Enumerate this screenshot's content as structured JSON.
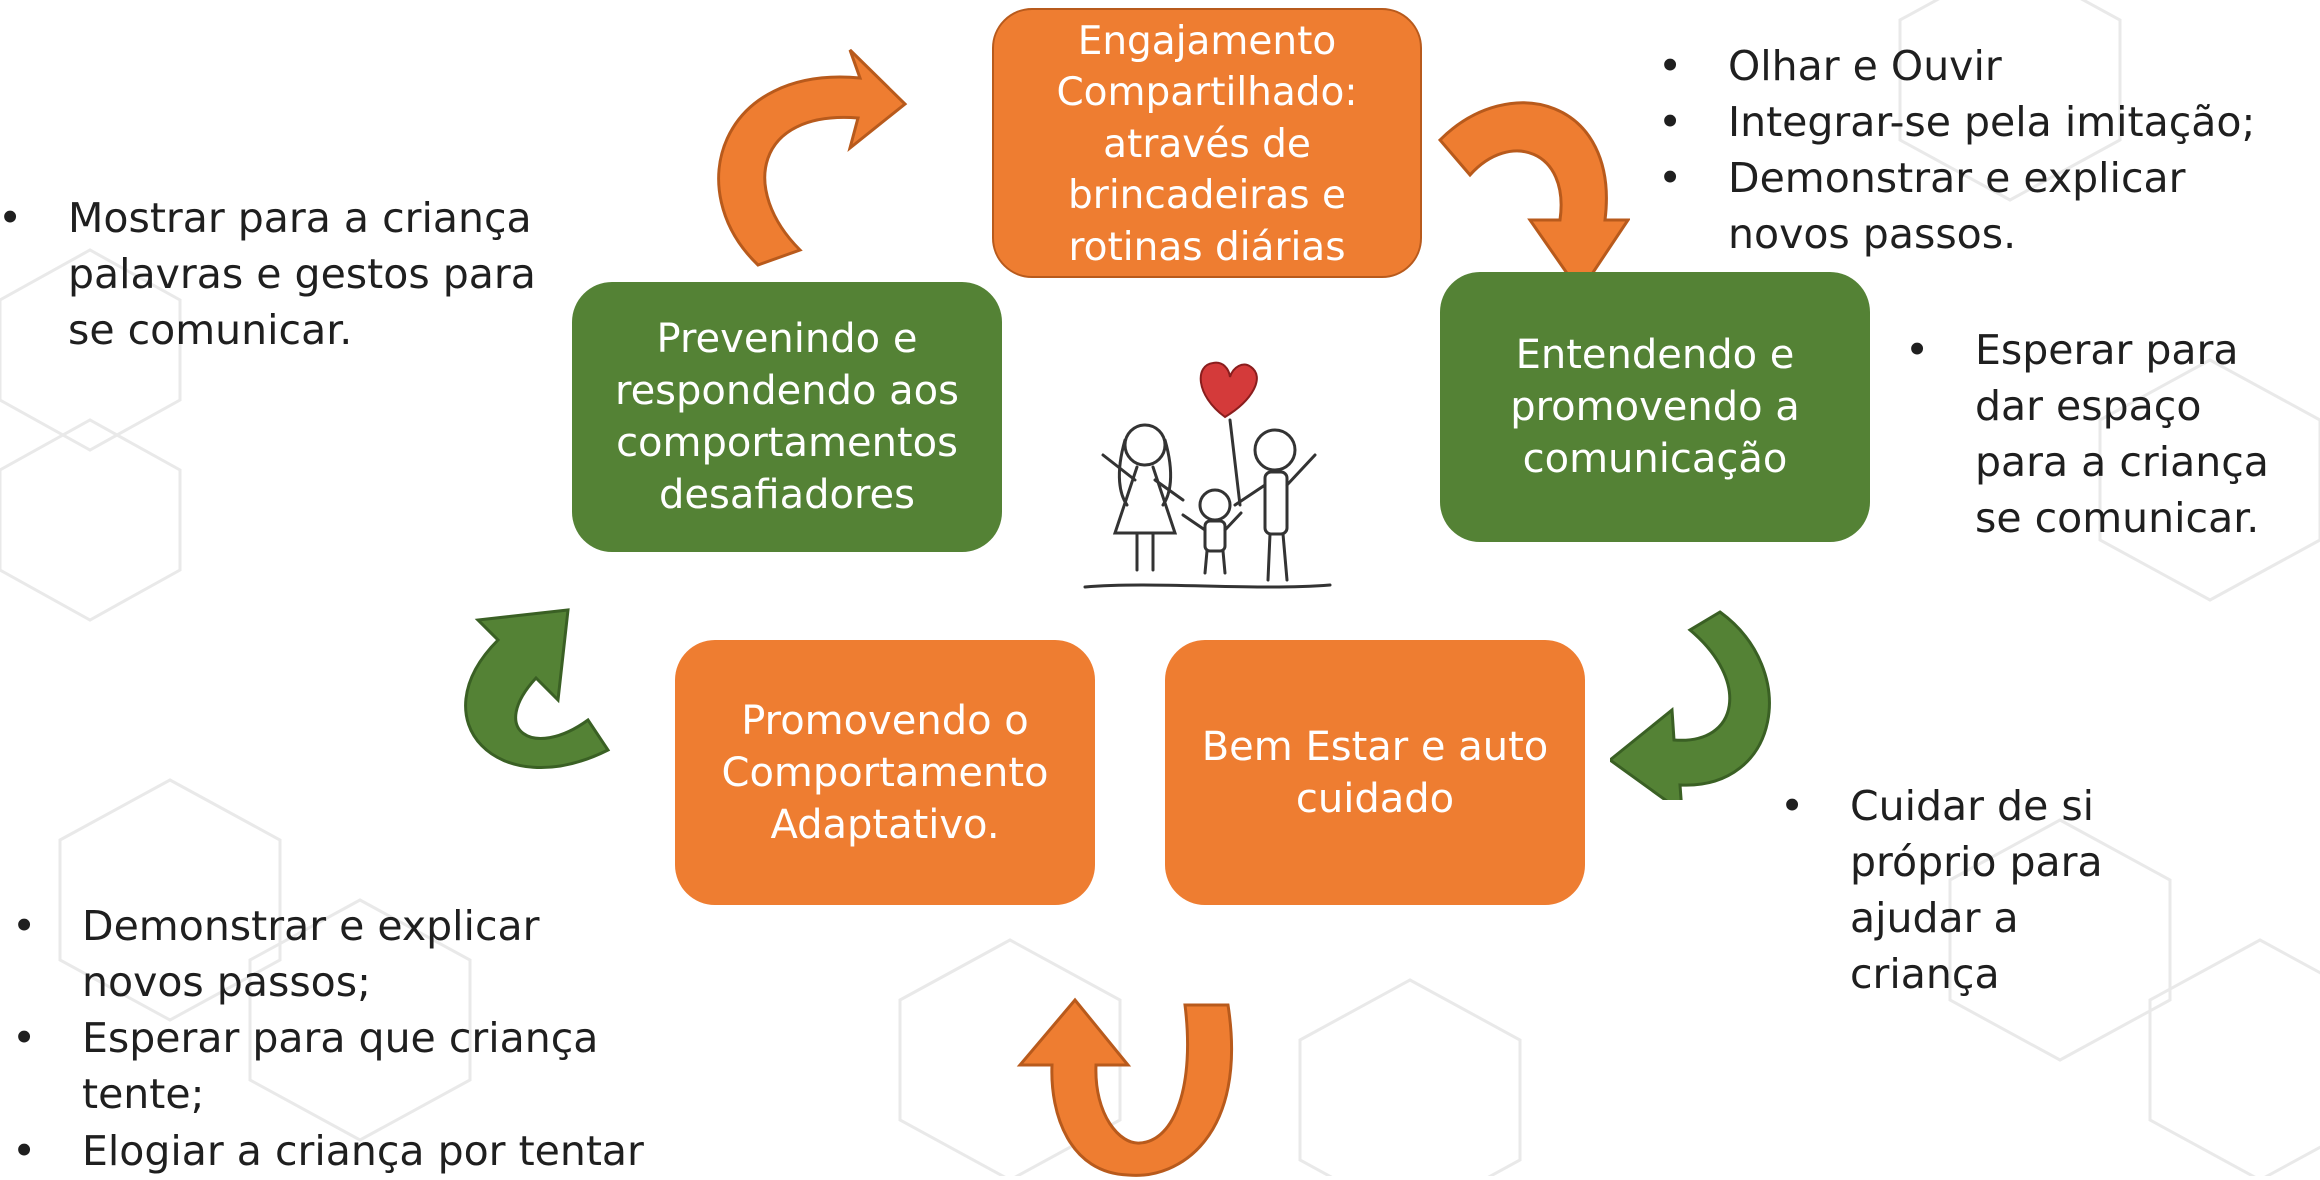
{
  "center": {
    "top": "Engajamento\nCompartilhado:\natravés de\nbrincadeiras e\nrotinas diárias",
    "right": "Entendendo e\npromovendo a\ncomunicação",
    "bottom_right": "Bem Estar e auto\ncuidado",
    "bottom_left": "Promovendo o\nComportamento\nAdaptativo.",
    "left": "Prevenindo e\nrespondendo aos\ncomportamentos\ndesafiadores"
  },
  "notes": {
    "top_right": [
      "Olhar e Ouvir",
      "Integrar-se pela imitação;",
      "Demonstrar e explicar novos passos."
    ],
    "right": [
      "Esperar para dar espaço para a criança se comunicar."
    ],
    "bottom_right": [
      "Cuidar de si próprio para ajudar a criança"
    ],
    "bottom_left": [
      "Demonstrar e explicar novos passos;",
      "Esperar para que criança tente;",
      "Elogiar a criança por tentar"
    ],
    "left": [
      "Mostrar para a criança palavras e gestos para se comunicar."
    ]
  },
  "colors": {
    "orange": "#ee7d31",
    "green": "#548235",
    "orange_dark": "#b85a1c",
    "green_dark": "#3a6024"
  }
}
